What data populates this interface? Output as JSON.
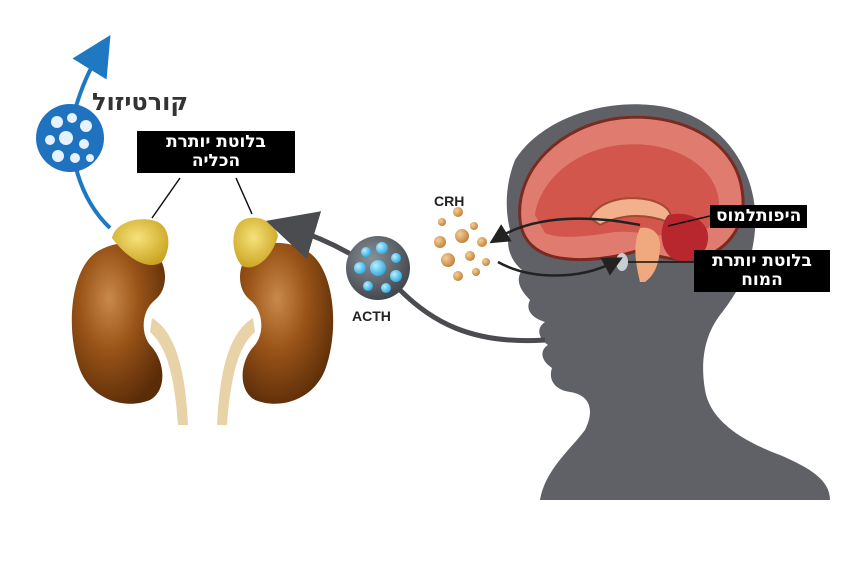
{
  "labels": {
    "cortisol": "קורטיזול",
    "adrenal_line1": "בלוטת יותרת",
    "adrenal_line2": "הכליה",
    "hypothalamus": "היפותלמוס",
    "pituitary_line1": "בלוטת יותרת",
    "pituitary_line2": "המוח",
    "crh": "CRH",
    "acth": "ACTH"
  },
  "colors": {
    "head": "#5f6166",
    "brain": "#d8645e",
    "kidney": "#8a4a12",
    "adrenal": "#e6c43a",
    "hormone_blue": "#2f8fd6",
    "crh_orange": "#d9a25a",
    "arrow_gray": "#4a4c50",
    "arrow_blue": "#1f78c2"
  },
  "icons": [
    "kidney-icon",
    "adrenal-gland-icon",
    "head-silhouette-icon",
    "brain-icon",
    "hormone-molecule-icon"
  ]
}
